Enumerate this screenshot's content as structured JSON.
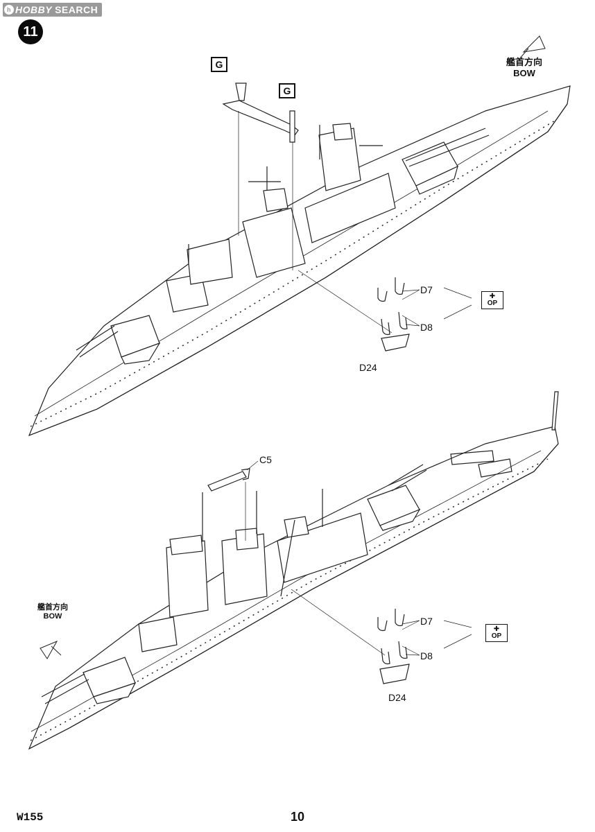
{
  "watermark": {
    "logo": "h",
    "brand": "HOBBY",
    "text": "SEARCH"
  },
  "step_number": "11",
  "upper_view": {
    "sprue_label_1": "G",
    "sprue_label_2": "G",
    "bow_jp": "艦首方向",
    "bow_en": "BOW",
    "parts": {
      "d7": "D7",
      "d8": "D8",
      "d24": "D24"
    },
    "op_symbol": "OP"
  },
  "lower_view": {
    "part_c5": "C5",
    "bow_jp": "艦首方向",
    "bow_en": "BOW",
    "parts": {
      "d7": "D7",
      "d8": "D8",
      "d24": "D24"
    },
    "op_symbol": "OP"
  },
  "footer": {
    "model_code": "W155",
    "page_number": "10"
  }
}
